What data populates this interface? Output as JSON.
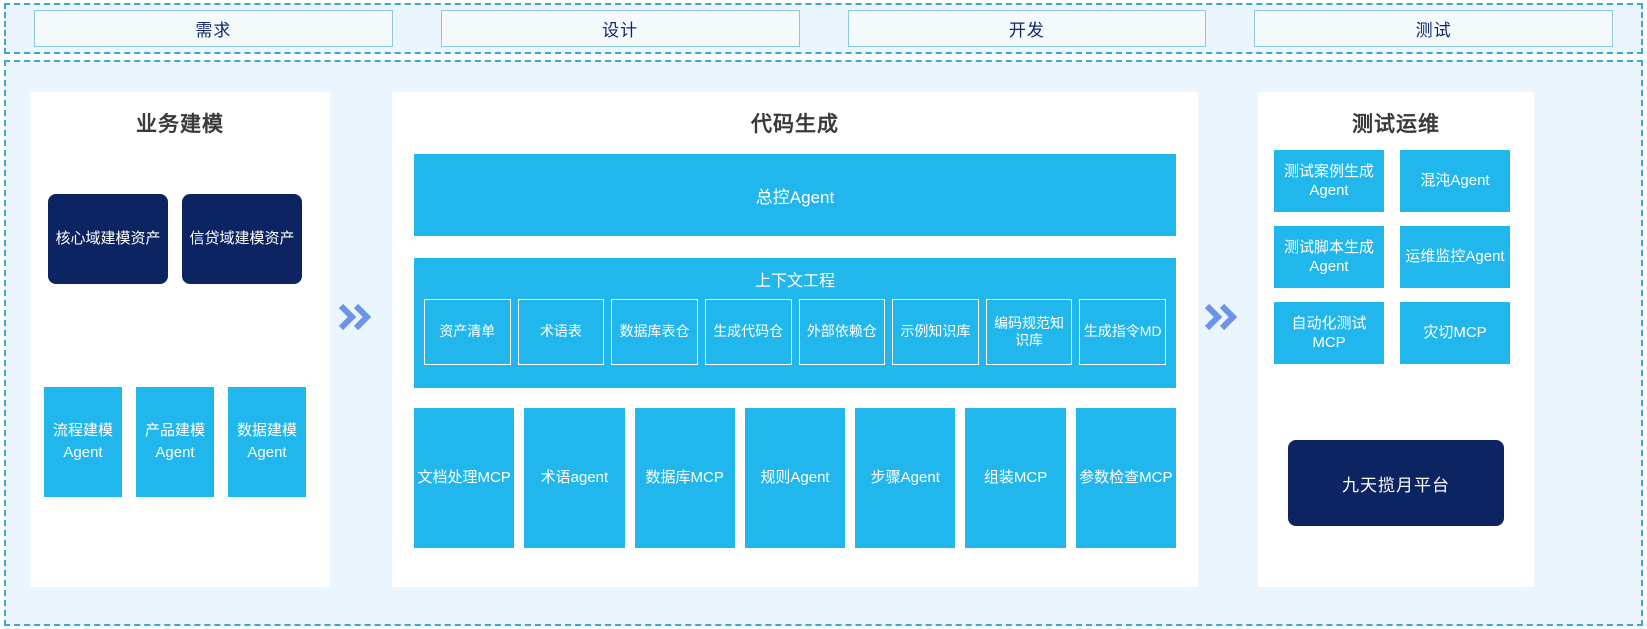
{
  "colors": {
    "accent_blue": "#21b6ec",
    "navy": "#0d2463",
    "page_bg": "#eaf5fd",
    "dashed_border": "#3aa8cf",
    "chevron": "#6b94e8",
    "panel_bg": "#ffffff"
  },
  "phases": {
    "items": [
      {
        "label": "需求"
      },
      {
        "label": "设计"
      },
      {
        "label": "开发"
      },
      {
        "label": "测试"
      }
    ]
  },
  "left_panel": {
    "title": "业务建模",
    "assets": [
      {
        "label": "核心域建模资产"
      },
      {
        "label": "信贷域建模资产"
      }
    ],
    "agents": [
      {
        "label": "流程建模Agent"
      },
      {
        "label": "产品建模Agent"
      },
      {
        "label": "数据建模Agent"
      }
    ]
  },
  "center_panel": {
    "title": "代码生成",
    "master_agent": "总控Agent",
    "context": {
      "title": "上下文工程",
      "items": [
        {
          "label": "资产清单"
        },
        {
          "label": "术语表"
        },
        {
          "label": "数据库表仓"
        },
        {
          "label": "生成代码仓"
        },
        {
          "label": "外部依赖仓"
        },
        {
          "label": "示例知识库"
        },
        {
          "label": "编码规范知识库"
        },
        {
          "label": "生成指令MD"
        }
      ]
    },
    "tools": [
      {
        "label": "文档处理MCP"
      },
      {
        "label": "术语agent"
      },
      {
        "label": "数据库MCP"
      },
      {
        "label": "规则Agent"
      },
      {
        "label": "步骤Agent"
      },
      {
        "label": "组装MCP"
      },
      {
        "label": "参数检查MCP"
      }
    ]
  },
  "right_panel": {
    "title": "测试运维",
    "items": [
      {
        "label": "测试案例生成Agent"
      },
      {
        "label": "混沌Agent"
      },
      {
        "label": "测试脚本生成Agent"
      },
      {
        "label": "运维监控Agent"
      },
      {
        "label": "自动化测试MCP"
      },
      {
        "label": "灾切MCP"
      }
    ],
    "platform": "九天揽月平台"
  },
  "flow_arrows": [
    {
      "name": "double-chevron-right-icon"
    },
    {
      "name": "double-chevron-right-icon"
    }
  ]
}
